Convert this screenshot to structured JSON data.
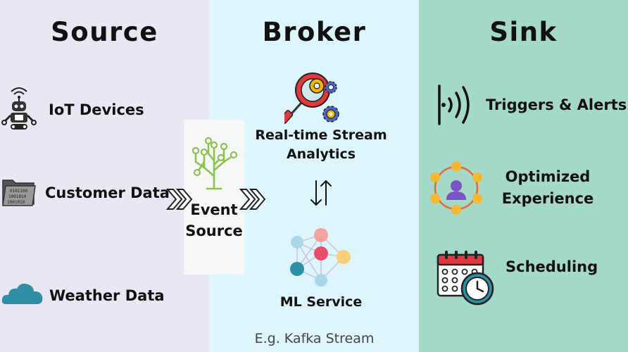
{
  "columns": {
    "source": "Source",
    "broker": "Broker",
    "sink": "Sink"
  },
  "sources": [
    {
      "label": "IoT Devices",
      "icon": "robot-icon"
    },
    {
      "label": "Customer Data",
      "icon": "data-folder-icon"
    },
    {
      "label": "Weather Data",
      "icon": "cloud-icon"
    }
  ],
  "event_source": {
    "line1": "Event",
    "line2": "Source",
    "icon": "circuit-tree-icon"
  },
  "broker": {
    "analytics": {
      "line1": "Real-time Stream",
      "line2": "Analytics",
      "icon": "magnifier-gear-icon"
    },
    "ml": {
      "label": "ML Service",
      "icon": "neural-network-icon"
    },
    "footer": "E.g. Kafka Stream"
  },
  "sinks": [
    {
      "label": "Triggers & Alerts",
      "icon": "signal-icon"
    },
    {
      "line1": "Optimized",
      "line2": "Experience",
      "icon": "user-network-icon"
    },
    {
      "label": "Scheduling",
      "icon": "calendar-clock-icon"
    }
  ],
  "colors": {
    "source_bg": "#e8e8f4",
    "broker_bg": "#ddf6fd",
    "sink_bg": "#a4d9c9",
    "accent_red": "#e0393e",
    "accent_green": "#8bc34a",
    "accent_orange": "#f5a623"
  }
}
